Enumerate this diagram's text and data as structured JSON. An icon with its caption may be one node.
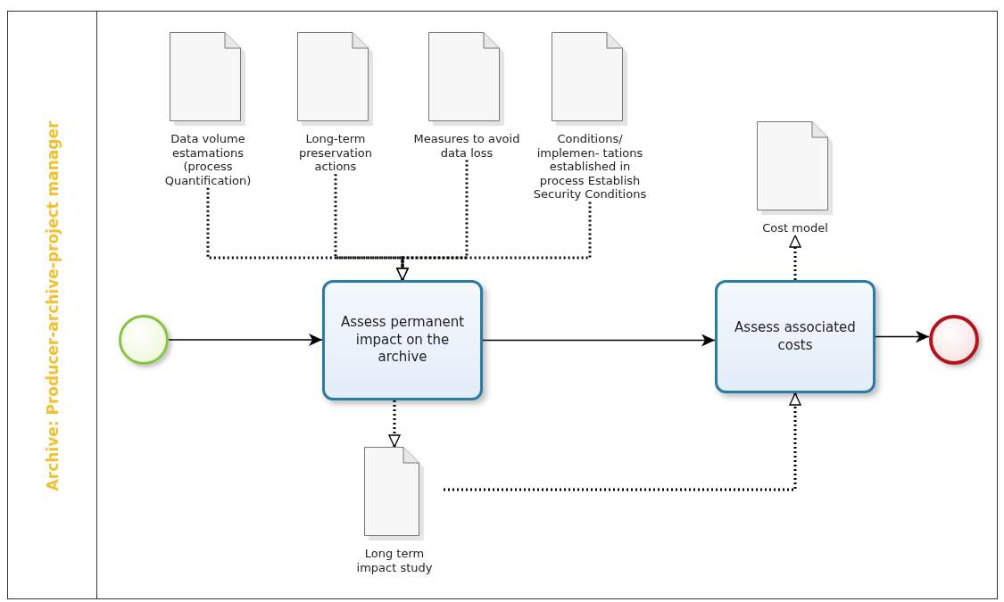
{
  "diagram": {
    "nodes": [
      {
        "text": [
          "Archive: Producer-archive-project manager"
        ]
      },
      {
        "text": [],
        "shape": "circle",
        "in": 0
      },
      {
        "text": [
          "Assess permanent impact on the archive"
        ],
        "in": 0
      },
      {
        "text": [
          "Assess associated costs"
        ],
        "in": 0
      },
      {
        "text": [],
        "shape": "circle",
        "in": 0
      },
      {
        "text": [
          "Data volume estamations (process Quantification)"
        ],
        "in": 0
      },
      {
        "text": [
          "Long-term preservation actions"
        ],
        "in": 0
      },
      {
        "text": [
          "Measures to avoid data loss"
        ],
        "in": 0
      },
      {
        "text": [
          "Conditions/ implemen- tations established in process Establish Security Conditions"
        ],
        "in": 0
      },
      {
        "text": [
          "Cost model"
        ],
        "in": 0
      },
      {
        "text": [
          "Long term impact study"
        ],
        "in": 0
      }
    ],
    "edges": [
      {
        "from": 1,
        "to": 2,
        "arrow": "to"
      },
      {
        "from": 2,
        "to": 3,
        "arrow": "to"
      },
      {
        "from": 3,
        "to": 4,
        "arrow": "to"
      },
      {
        "from": 5,
        "to": 2,
        "arrow": "to",
        "style": "dashed"
      },
      {
        "from": 6,
        "to": 2,
        "arrow": "to",
        "style": "dashed"
      },
      {
        "from": 7,
        "to": 2,
        "arrow": "to",
        "style": "dashed"
      },
      {
        "from": 8,
        "to": 2,
        "arrow": "to",
        "style": "dashed"
      },
      {
        "from": 2,
        "to": 10,
        "arrow": "to",
        "style": "dashed"
      },
      {
        "from": 10,
        "to": 3,
        "arrow": "to",
        "style": "dashed"
      },
      {
        "from": 3,
        "to": 9,
        "arrow": "to",
        "style": "dashed"
      }
    ]
  }
}
